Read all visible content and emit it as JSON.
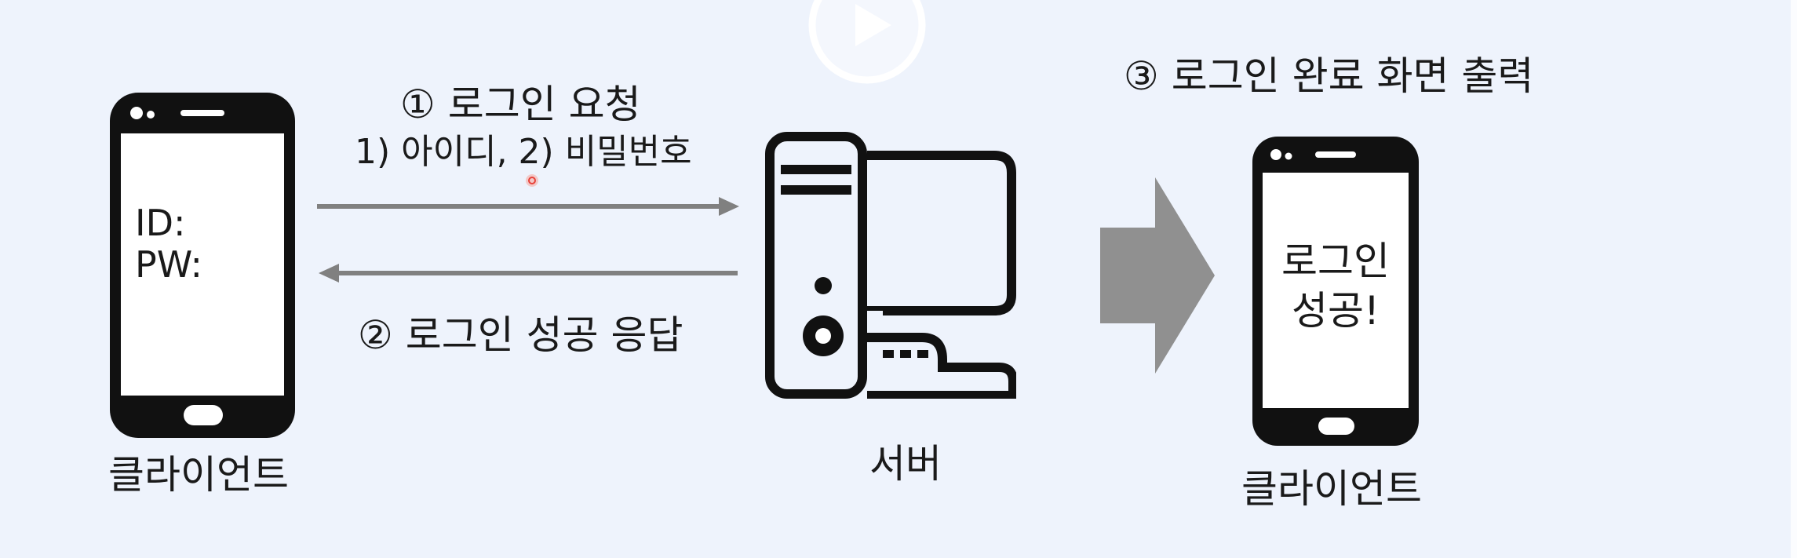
{
  "steps": {
    "step1_title": "① 로그인 요청",
    "step1_detail": "1) 아이디, 2) 비밀번호",
    "step2": "② 로그인 성공 응답",
    "step3": "③ 로그인 완료 화면 출력"
  },
  "client_left": {
    "label": "클라이언트",
    "screen_id": "ID:",
    "screen_pw": "PW:"
  },
  "server": {
    "label": "서버"
  },
  "client_right": {
    "label": "클라이언트",
    "screen_line1": "로그인",
    "screen_line2": "성공!"
  },
  "colors": {
    "background": "#eef3fc",
    "arrow": "#808080",
    "big_arrow": "#909090",
    "device": "#111111",
    "cursor_dot": "#e8423a"
  },
  "icons": [
    "phone-icon",
    "server-computer-icon",
    "play-button-icon",
    "right-arrow-icon"
  ]
}
